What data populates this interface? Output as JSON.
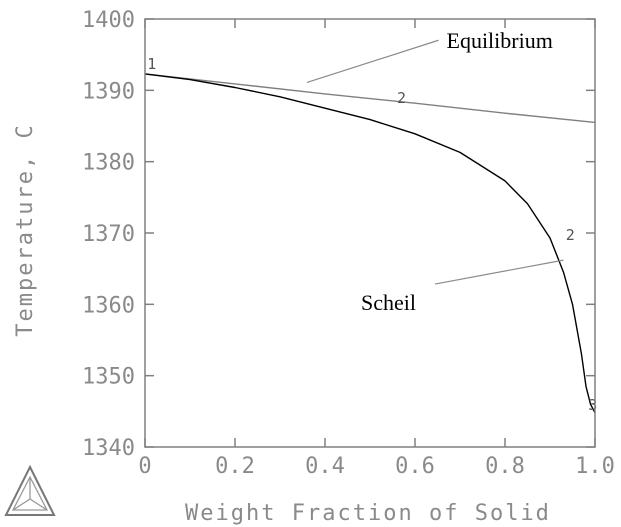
{
  "chart_data": {
    "type": "line",
    "xlabel": "Weight Fraction of Solid",
    "ylabel": "Temperature, C",
    "xlim": [
      0,
      1.0
    ],
    "ylim": [
      1340,
      1400
    ],
    "x_ticks": [
      0,
      0.2,
      0.4,
      0.6,
      0.8,
      1.0
    ],
    "x_tick_labels": [
      "0",
      "0.2",
      "0.4",
      "0.6",
      "0.8",
      "1.0"
    ],
    "y_ticks": [
      1340,
      1350,
      1360,
      1370,
      1380,
      1390,
      1400
    ],
    "y_tick_labels": [
      "1340",
      "1350",
      "1360",
      "1370",
      "1380",
      "1390",
      "1400"
    ],
    "grid": false,
    "series": [
      {
        "name": "Equilibrium",
        "color": "#808080",
        "x": [
          0,
          0.2,
          0.4,
          0.6,
          0.8,
          1.0
        ],
        "y": [
          1392.3,
          1390.9,
          1389.5,
          1388.2,
          1386.8,
          1385.5
        ]
      },
      {
        "name": "Scheil",
        "color": "#000000",
        "x": [
          0,
          0.1,
          0.2,
          0.3,
          0.4,
          0.5,
          0.6,
          0.7,
          0.8,
          0.85,
          0.9,
          0.93,
          0.95,
          0.97,
          0.98,
          0.99,
          1.0
        ],
        "y": [
          1392.3,
          1391.5,
          1390.4,
          1389.1,
          1387.5,
          1385.9,
          1383.9,
          1381.3,
          1377.3,
          1374.1,
          1369.3,
          1364.5,
          1360.0,
          1353.0,
          1348.5,
          1346.0,
          1344.8
        ]
      }
    ],
    "annotations": [
      {
        "text": "Equilibrium",
        "x": 0.67,
        "y": 1395.9,
        "pointer_to": [
          0.36,
          1391.1
        ]
      },
      {
        "text": "Scheil",
        "x": 0.48,
        "y": 1359.2,
        "pointer_to": [
          0.93,
          1366.2
        ]
      }
    ],
    "markers": [
      {
        "text": "1",
        "x": 0.005,
        "y": 1393.0
      },
      {
        "text": "2",
        "x": 0.56,
        "y": 1388.2
      },
      {
        "text": "2",
        "x": 0.935,
        "y": 1369.0
      },
      {
        "text": "3",
        "x": 0.985,
        "y": 1345.2
      }
    ]
  }
}
